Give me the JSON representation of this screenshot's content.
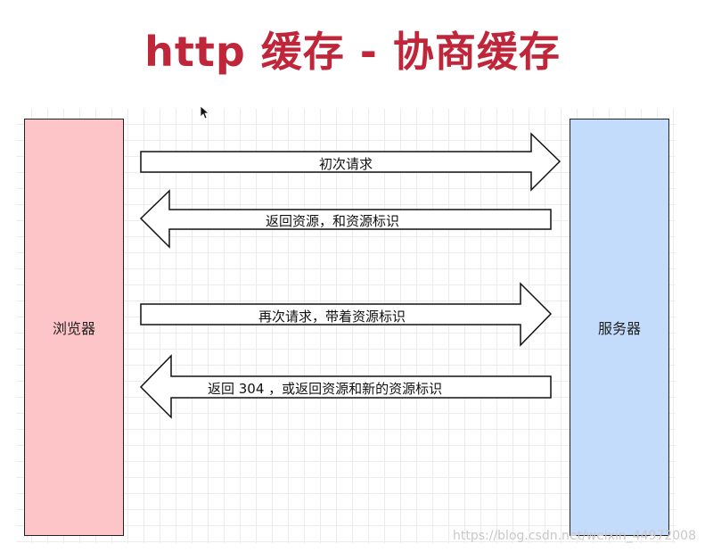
{
  "title": "http 缓存 - 协商缓存",
  "nodes": {
    "browser": "浏览器",
    "server": "服务器"
  },
  "arrows": [
    {
      "label": "初次请求",
      "direction": "right"
    },
    {
      "label": "返回资源，和资源标识",
      "direction": "left"
    },
    {
      "label": "再次请求，带着资源标识",
      "direction": "right"
    },
    {
      "label": "返回  304 ，或返回资源和新的资源标识",
      "direction": "left"
    }
  ],
  "watermark": "https://blog.csdn.net/weixin_44972008",
  "colors": {
    "title": "#c0263a",
    "browser_fill": "#fdc5c8",
    "server_fill": "#c4dcfb"
  }
}
